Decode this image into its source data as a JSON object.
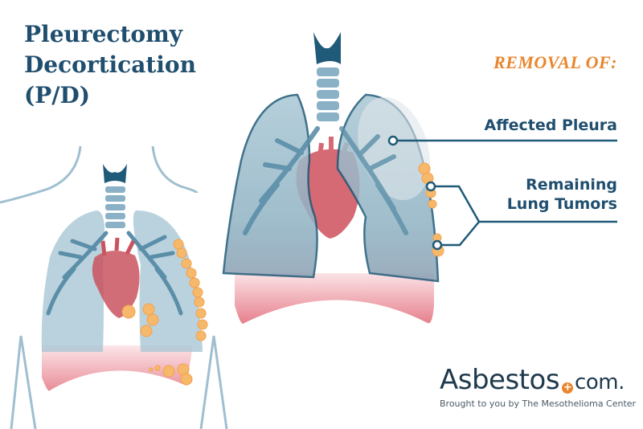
{
  "title": {
    "lines": [
      "Pleurectomy",
      "Decortication",
      "(P/D)"
    ]
  },
  "callouts": {
    "heading": "REMOVAL OF:",
    "affected_pleura": "Affected Pleura",
    "remaining_tumors_line1": "Remaining",
    "remaining_tumors_line2": "Lung Tumors"
  },
  "logo": {
    "name": "Asbestos",
    "plus_symbol": "+",
    "domain": "com.",
    "tagline": "Brought to you by The Mesothelioma Center"
  },
  "colors": {
    "title_blue": "#1f4e6e",
    "accent_orange": "#e8862d",
    "lung_blue": "#9fc0cf",
    "outline_blue": "#1f5a78",
    "heart_red": "#c9545f",
    "diaphragm_pink": "#f2c2c8",
    "tumor_orange": "#f4a04a"
  },
  "illustrations": {
    "left": "before-surgery-lungs-with-tumors",
    "right": "after-surgery-lungs-highlighted"
  }
}
